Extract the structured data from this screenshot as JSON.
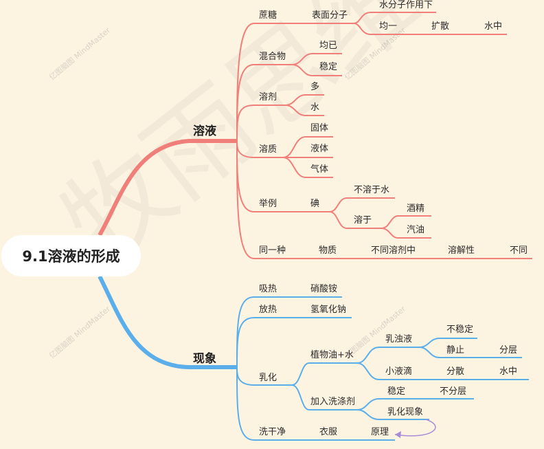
{
  "root": "9.1溶液的形成",
  "colors": {
    "red": "#f07f7a",
    "blue": "#5aaeea",
    "purple": "#a98cd8",
    "bg": "#fdf3e1"
  },
  "watermark": {
    "text": "牧雨思维导图",
    "logo": "亿图脑图 MindMaster"
  },
  "branch_solution": {
    "label": "溶液",
    "sucrose": {
      "label": "蔗糖",
      "surface": "表面分子",
      "water_action": "水分子作用下",
      "uniform": "均一",
      "diffuse": "扩散",
      "in_water": "水中"
    },
    "mixture": {
      "label": "混合物",
      "uniform": "均已",
      "stable": "稳定"
    },
    "solvent": {
      "label": "溶剂",
      "many": "多",
      "water": "水"
    },
    "solute": {
      "label": "溶质",
      "solid": "固体",
      "liquid": "液体",
      "gas": "气体"
    },
    "example": {
      "label": "举例",
      "iodine": "碘",
      "insoluble": "不溶于水",
      "soluble": "溶于",
      "alcohol": "酒精",
      "gasoline": "汽油"
    },
    "same": {
      "label": "同一种",
      "substance": "物质",
      "diff_solvent": "不同溶剂中",
      "solubility": "溶解性",
      "different": "不同"
    }
  },
  "branch_phenomenon": {
    "label": "现象",
    "absorb": {
      "label": "吸热",
      "item": "硝酸铵"
    },
    "release": {
      "label": "放热",
      "item": "氢氧化钠"
    },
    "emulsify": {
      "label": "乳化",
      "oil_water": "植物油+水",
      "turbid": "乳浊液",
      "unstable": "不稳定",
      "still": "静止",
      "layer": "分层",
      "droplet": "小液滴",
      "disperse": "分散",
      "in_water": "水中",
      "detergent": "加入洗涤剂",
      "stable": "稳定",
      "no_layer": "不分层",
      "phenomenon": "乳化现象"
    },
    "wash": {
      "label": "洗干净",
      "clothes": "衣服",
      "principle": "原理"
    }
  }
}
